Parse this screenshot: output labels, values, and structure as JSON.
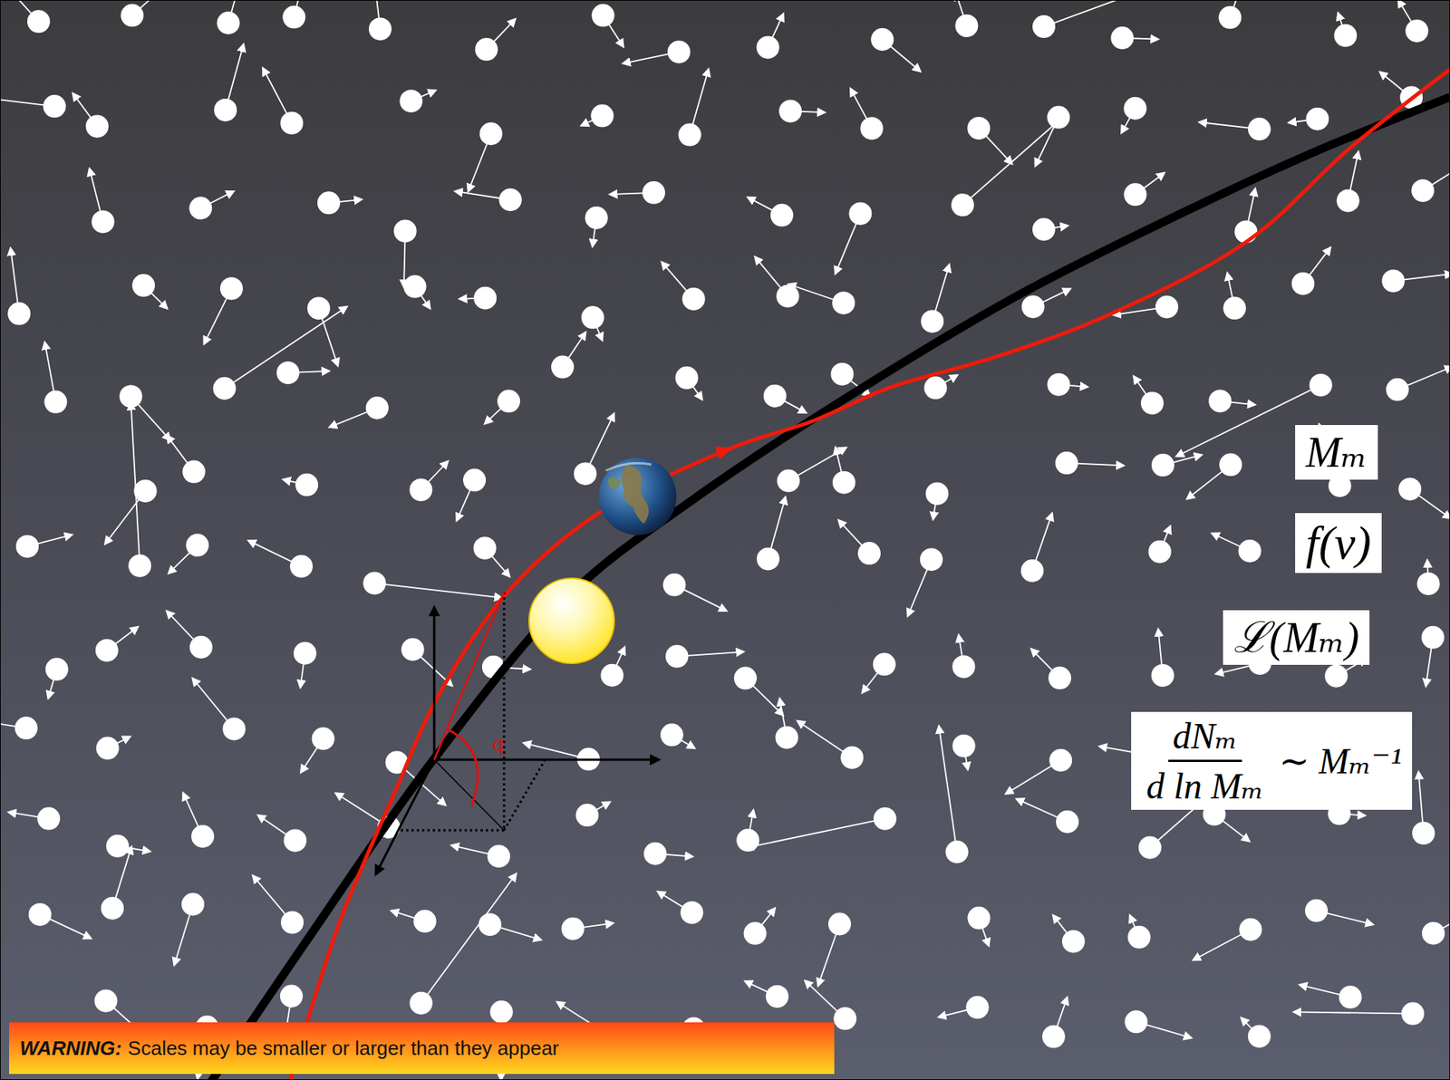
{
  "diagram": {
    "nodes": [
      {
        "text": [
          "Mₘ"
        ]
      },
      {
        "text": [
          "f(v)"
        ]
      },
      {
        "text": [
          "ℒ(Mₘ)"
        ]
      },
      {
        "text": [
          "dNₘ",
          "d ln Mₘ",
          "∼ Mₘ⁻¹"
        ]
      },
      {
        "text": [
          "WARNING:",
          "Scales may be smaller or larger than they appear"
        ]
      }
    ],
    "labels": [
      "q"
    ]
  }
}
